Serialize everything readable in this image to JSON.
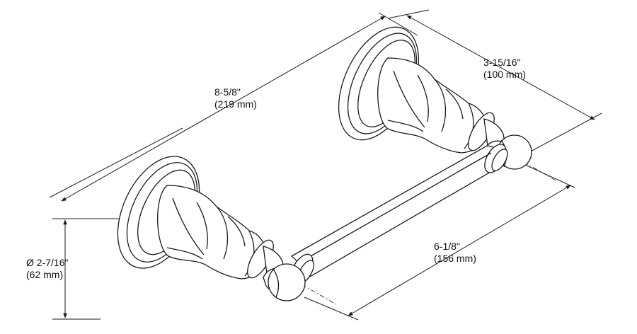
{
  "dimensions": {
    "overall_length": {
      "imperial": "8-5/8\"",
      "metric": "(219 mm)"
    },
    "projection": {
      "imperial": "3-15/16\"",
      "metric": "(100 mm)"
    },
    "rod_length": {
      "imperial": "6-1/8\"",
      "metric": "(156 mm)"
    },
    "base_diameter": {
      "imperial": "Ø 2-7/16\"",
      "metric": "(62 mm)"
    }
  },
  "colors": {
    "line": "#1a1a1a",
    "background": "#ffffff"
  }
}
